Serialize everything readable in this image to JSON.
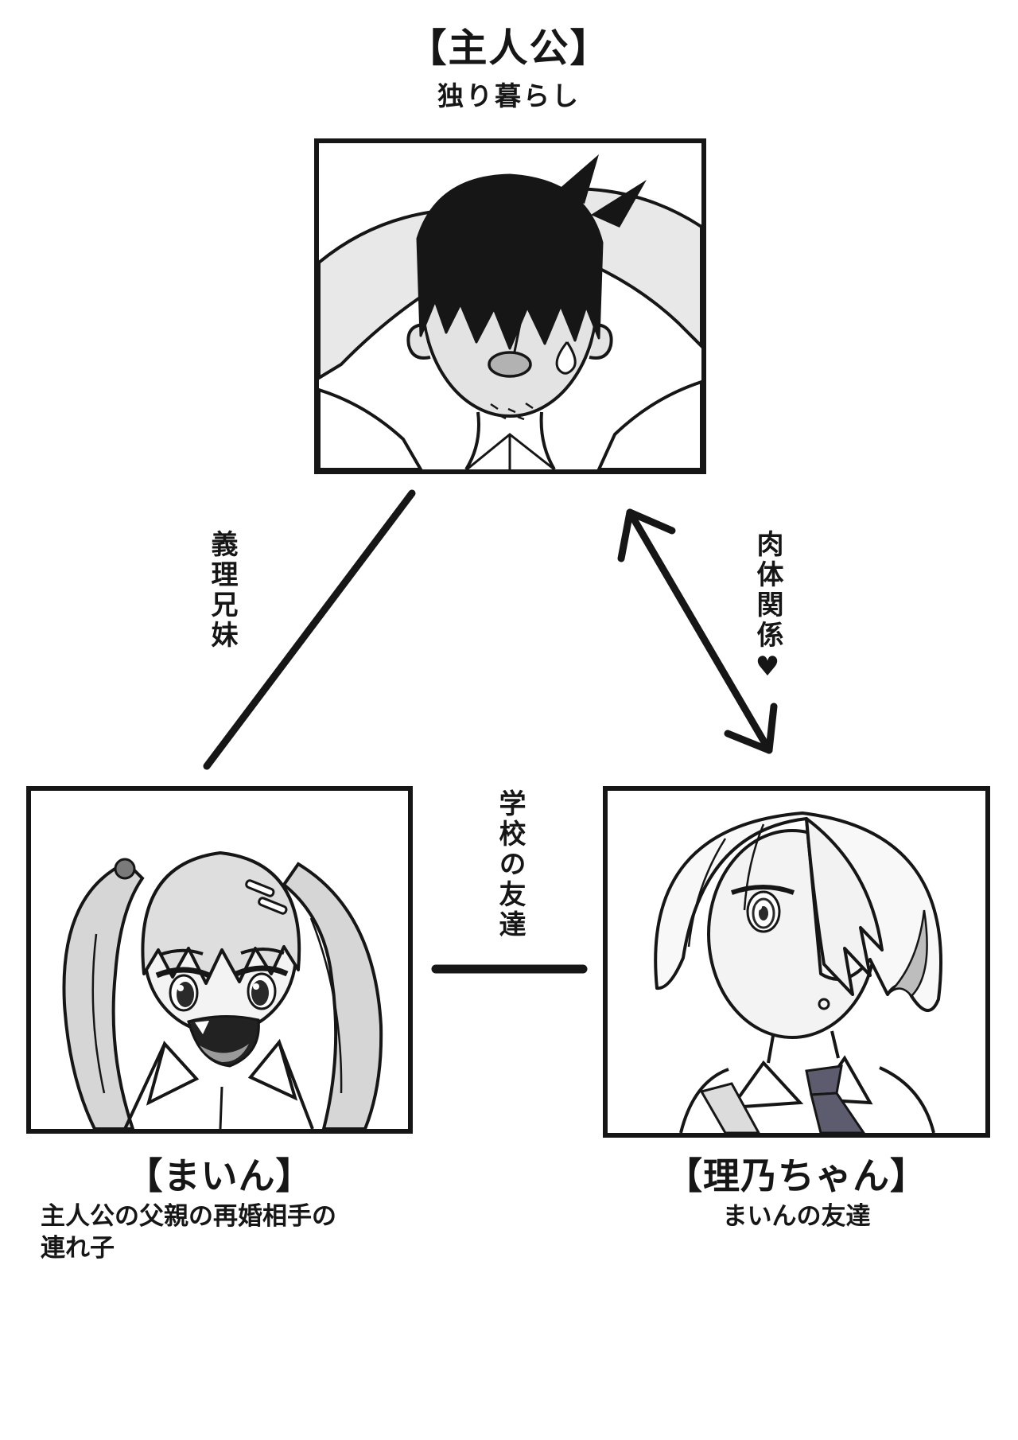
{
  "colors": {
    "background": "#ffffff",
    "ink": "#161616",
    "shade_light": "#e4e4e4",
    "hair_gray": "#d6d6d6",
    "mouth_gray": "#b2b2b2",
    "tie_gray": "#5c5c6e"
  },
  "protagonist": {
    "title": "【主人公】",
    "subtitle": "独り暮らし"
  },
  "main_char": {
    "title": "【まいん】",
    "desc_line1": "主人公の父親の再婚相手の",
    "desc_line2": "連れ子"
  },
  "rino_char": {
    "title": "【理乃ちゃん】",
    "desc": "まいんの友達"
  },
  "edges": {
    "step_siblings_label": "義理兄妹",
    "physical_label": "肉体関係",
    "physical_heart": "♥",
    "school_friends_label": "学校の友達"
  }
}
